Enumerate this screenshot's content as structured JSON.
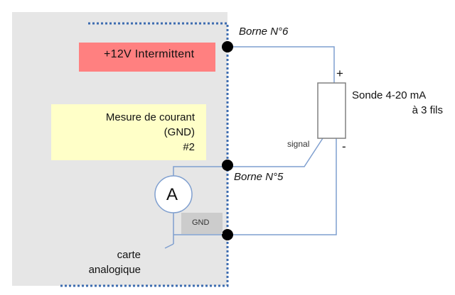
{
  "board": {
    "label_line1": "carte",
    "label_line2": "analogique",
    "background_color": "#e6e6e6",
    "border_color": "#3d6cb0"
  },
  "power_box": {
    "label": "+12V Intermittent",
    "color": "#ff8080"
  },
  "measure_box": {
    "line1": "Mesure de courant",
    "line2": "(GND)",
    "line3": "#2",
    "color": "#ffffc8"
  },
  "terminals": {
    "top_label": "Borne N°6",
    "middle_label": "Borne N°5"
  },
  "ammeter": {
    "symbol": "A"
  },
  "gnd_box": {
    "label": "GND",
    "color": "#cccccc"
  },
  "sensor": {
    "line1": "Sonde 4-20 mA",
    "line2": "à 3 fils",
    "plus_label": "+",
    "minus_label": "-",
    "signal_label": "signal"
  },
  "wire_color": "#7f9fcf"
}
